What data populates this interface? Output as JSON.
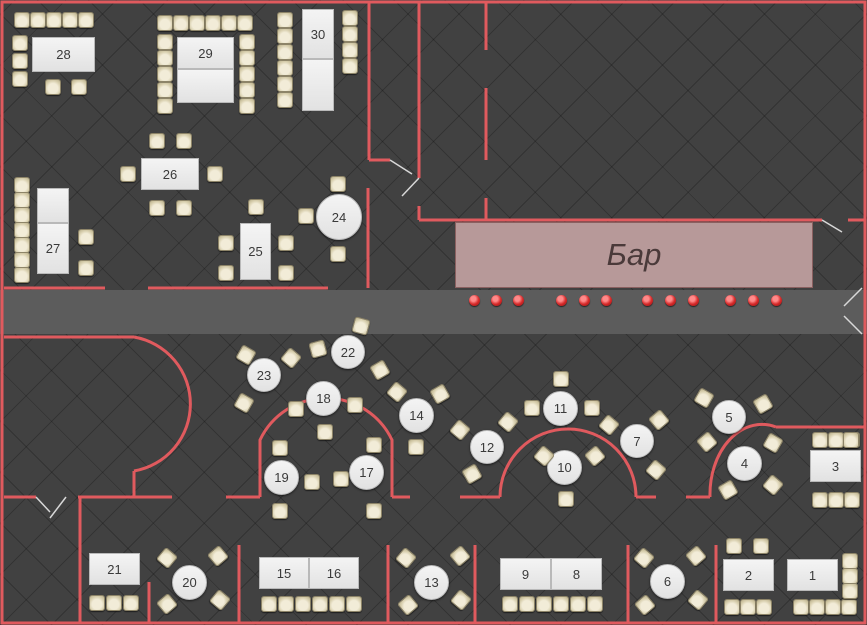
{
  "bar": {
    "label": "Бар"
  },
  "tables": [
    {
      "id": "t1",
      "label": "1"
    },
    {
      "id": "t2",
      "label": "2"
    },
    {
      "id": "t3",
      "label": "3"
    },
    {
      "id": "t4",
      "label": "4"
    },
    {
      "id": "t5",
      "label": "5"
    },
    {
      "id": "t6",
      "label": "6"
    },
    {
      "id": "t7",
      "label": "7"
    },
    {
      "id": "t8",
      "label": "8"
    },
    {
      "id": "t9",
      "label": "9"
    },
    {
      "id": "t10",
      "label": "10"
    },
    {
      "id": "t11",
      "label": "11"
    },
    {
      "id": "t12",
      "label": "12"
    },
    {
      "id": "t13",
      "label": "13"
    },
    {
      "id": "t14",
      "label": "14"
    },
    {
      "id": "t15",
      "label": "15"
    },
    {
      "id": "t16",
      "label": "16"
    },
    {
      "id": "t17",
      "label": "17"
    },
    {
      "id": "t18",
      "label": "18"
    },
    {
      "id": "t19",
      "label": "19"
    },
    {
      "id": "t20",
      "label": "20"
    },
    {
      "id": "t21",
      "label": "21"
    },
    {
      "id": "t22",
      "label": "22"
    },
    {
      "id": "t23",
      "label": "23"
    },
    {
      "id": "t24",
      "label": "24"
    },
    {
      "id": "t25",
      "label": "25"
    },
    {
      "id": "t26",
      "label": "26"
    },
    {
      "id": "t27",
      "label": "27"
    },
    {
      "id": "t28",
      "label": "28"
    },
    {
      "id": "t29",
      "label": "29"
    },
    {
      "id": "t30",
      "label": "30"
    }
  ],
  "colors": {
    "wall": "#e05a5e",
    "floor": "#414141",
    "aisle": "#5f5f5f",
    "bar": "#b79999",
    "stool": "#d62a2a"
  }
}
